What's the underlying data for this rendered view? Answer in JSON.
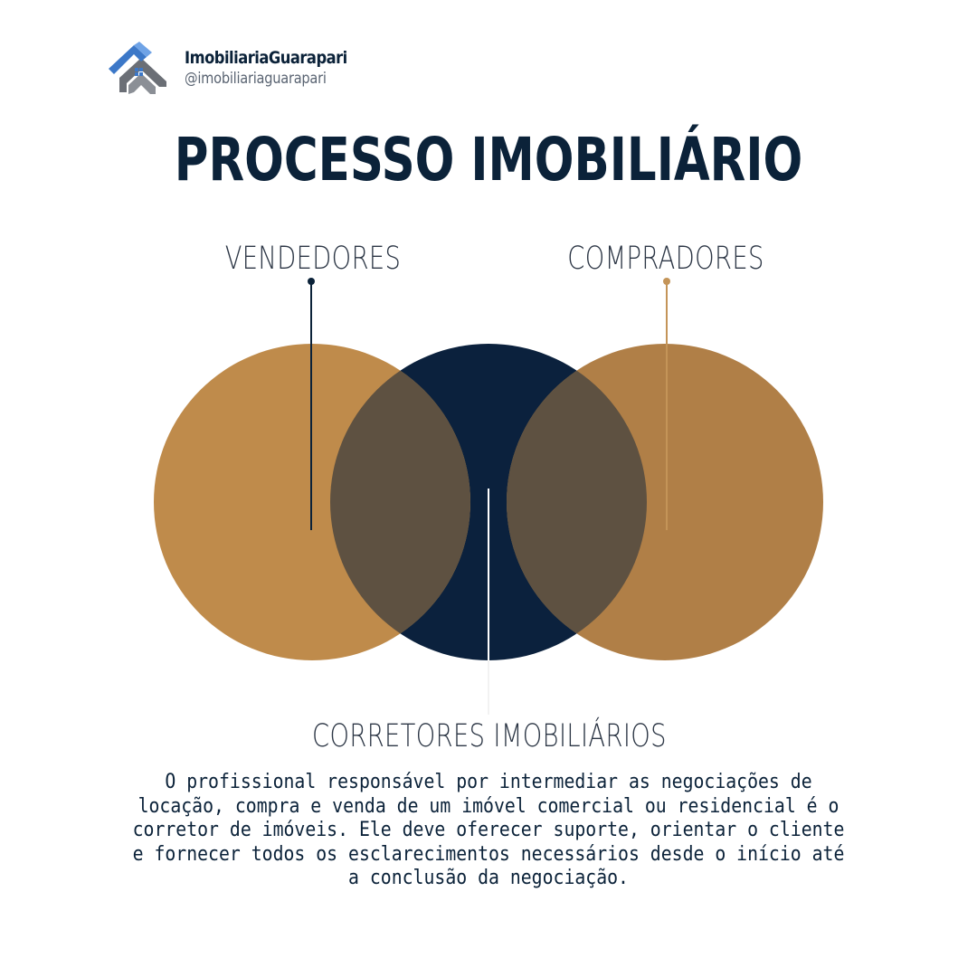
{
  "brand": {
    "name": "ImobiliariaGuarapari",
    "handle": "@imobiliariaguarapari",
    "logo_icon": "house-roof-logo-icon"
  },
  "title": "PROCESSO IMOBILIÁRIO",
  "diagram": {
    "type": "venn",
    "sets": [
      {
        "label": "VENDEDORES",
        "color": "#bf8b4b"
      },
      {
        "label": "CORRETORES IMOBILIÁRIOS",
        "color": "#0b213d"
      },
      {
        "label": "COMPRADORES",
        "color": "#b07f47"
      }
    ],
    "overlap_color": "#5e5141",
    "pin_colors": {
      "vendedores": "#0b2239",
      "compradores": "#c49458",
      "corretores": "#ffffff"
    }
  },
  "description": "O profissional responsável por intermediar as negociações de locação, compra e venda de um imóvel comercial ou residencial é o corretor de imóveis. Ele deve oferecer suporte, orientar o cliente e fornecer todos os esclarecimentos necessários desde o início até a conclusão da negociação.",
  "colors": {
    "navy": "#0b2239",
    "gold": "#bf8b4b",
    "logo_blue": "#3c78c8",
    "logo_gray": "#6b6f76"
  }
}
